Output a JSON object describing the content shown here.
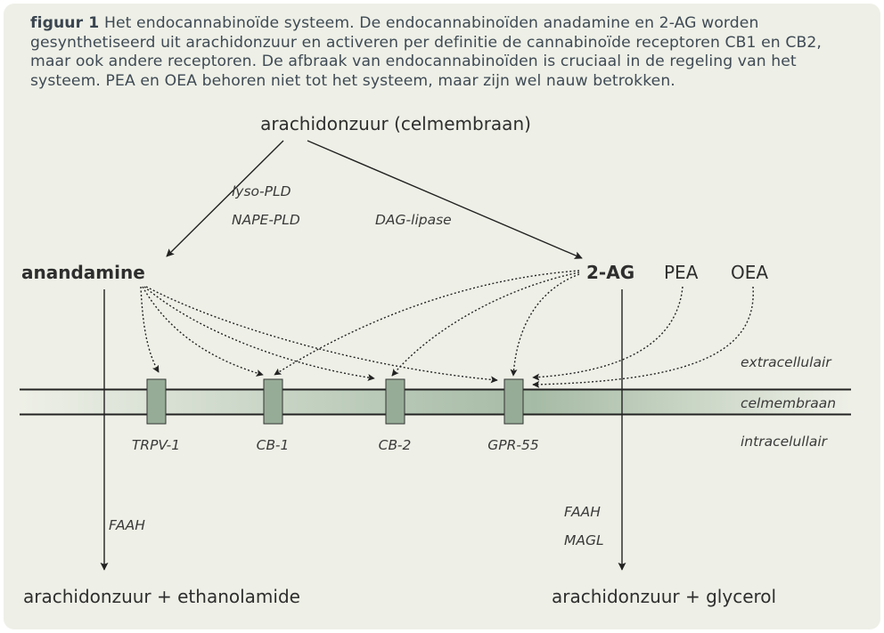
{
  "caption": {
    "label": "figuur 1",
    "text": "Het endocannabinoïde systeem. De endocannabinoïden anadamine en 2-AG worden gesynthetiseerd uit arachidonzuur en activeren per definitie de cannabinoïde receptoren CB1 en CB2, maar ook andere receptoren. De afbraak van endocannabinoïden is cruciaal in de regeling van het systeem. PEA en OEA behoren niet tot het systeem, maar zijn wel nauw betrokken."
  },
  "diagram": {
    "source": "arachidonzuur (celmembraan)",
    "enzymes_left": [
      "lyso-PLD",
      "NAPE-PLD"
    ],
    "enzyme_right": "DAG-lipase",
    "ligands": {
      "anandamine": "anandamine",
      "twoag": "2-AG",
      "pea": "PEA",
      "oea": "OEA"
    },
    "zones": {
      "extra": "extracellulair",
      "membrane": "celmembraan",
      "intra": "intracelullair"
    },
    "receptors": [
      "TRPV-1",
      "CB-1",
      "CB-2",
      "GPR-55"
    ],
    "degradation_left": {
      "enzyme": "FAAH",
      "product": "arachidonzuur + ethanolamide"
    },
    "degradation_right": {
      "enzymes": [
        "FAAH",
        "MAGL"
      ],
      "product": "arachidonzuur + glycerol"
    }
  }
}
